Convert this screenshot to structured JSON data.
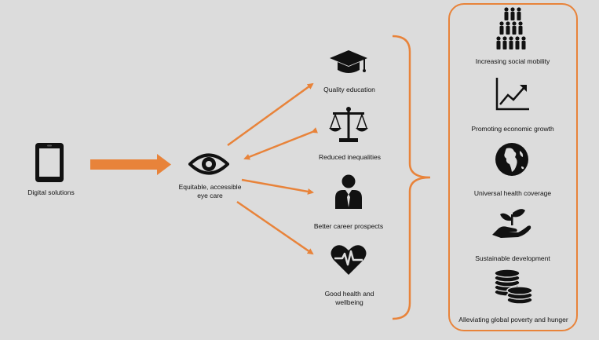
{
  "input": {
    "label": "Digital solutions",
    "icon": "tablet-icon"
  },
  "center": {
    "label": "Equitable, accessible eye care",
    "icon": "eye-icon"
  },
  "benefits": [
    {
      "label": "Quality education",
      "icon": "graduation-cap-icon"
    },
    {
      "label": "Reduced inequalities",
      "icon": "scales-icon"
    },
    {
      "label": "Better career prospects",
      "icon": "businessman-icon"
    },
    {
      "label": "Good health and wellbeing",
      "icon": "heart-pulse-icon"
    }
  ],
  "outcomes": [
    {
      "label": "Increasing social mobility",
      "icon": "people-pyramid-icon"
    },
    {
      "label": "Promoting economic growth",
      "icon": "growth-chart-icon"
    },
    {
      "label": "Universal health coverage",
      "icon": "globe-icon"
    },
    {
      "label": "Sustainable development",
      "icon": "plant-hand-icon"
    },
    {
      "label": "Alleviating global poverty and hunger",
      "icon": "coin-stacks-icon"
    }
  ],
  "colors": {
    "accent": "#e8833a",
    "background": "#dcdcdc",
    "icon": "#111111"
  }
}
